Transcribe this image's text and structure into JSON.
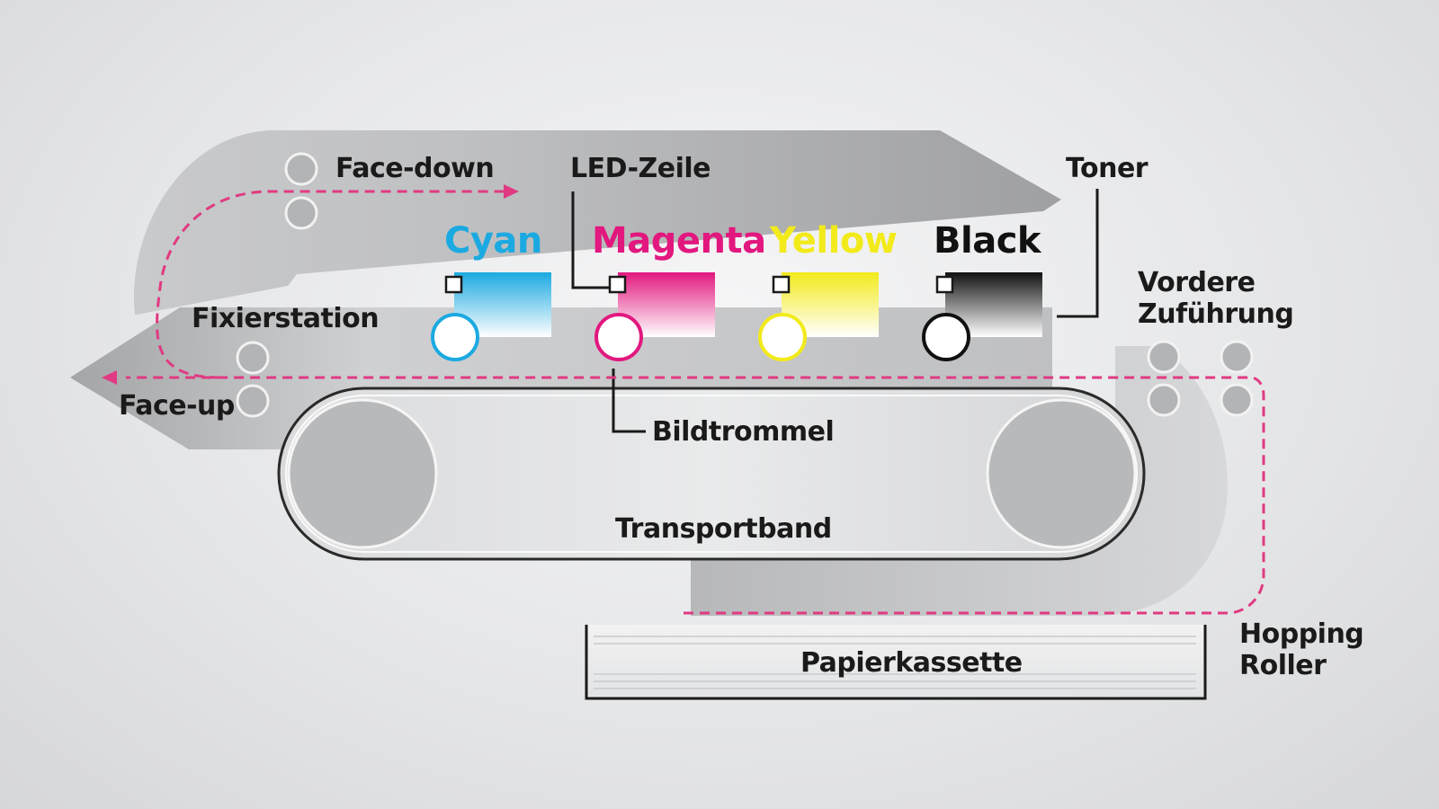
{
  "labels": {
    "face_down": "Face-down",
    "led_zeile": "LED-Zeile",
    "toner": "Toner",
    "fixierstation": "Fixierstation",
    "face_up": "Face-up",
    "vordere_line1": "Vordere",
    "vordere_line2": "Zuführung",
    "bildtrommel": "Bildtrommel",
    "transportband": "Transportband",
    "papierkassette": "Papierkassette",
    "hopping_line1": "Hopping",
    "hopping_line2": "Roller"
  },
  "colors": [
    {
      "name": "Cyan",
      "hex": "#1ba9e1"
    },
    {
      "name": "Magenta",
      "hex": "#e2187f"
    },
    {
      "name": "Yellow",
      "hex": "#f2ea1b"
    },
    {
      "name": "Black",
      "hex": "#111111"
    }
  ],
  "paper_path_color": "#e03a82"
}
